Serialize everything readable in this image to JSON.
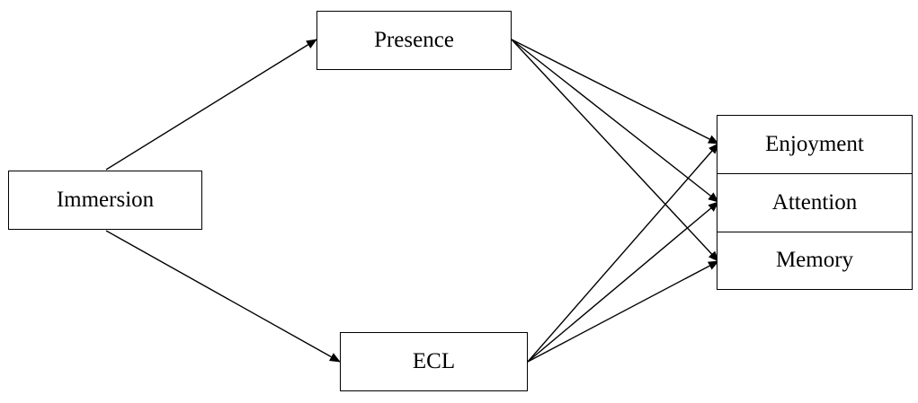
{
  "nodes": {
    "presence": "Presence",
    "immersion": "Immersion",
    "ecl": "ECL",
    "enjoyment": "Enjoyment",
    "attention": "Attention",
    "memory": "Memory"
  },
  "edges": [
    {
      "from": "immersion",
      "to": "presence"
    },
    {
      "from": "immersion",
      "to": "ecl"
    },
    {
      "from": "presence",
      "to": "enjoyment"
    },
    {
      "from": "presence",
      "to": "attention"
    },
    {
      "from": "presence",
      "to": "memory"
    },
    {
      "from": "ecl",
      "to": "enjoyment"
    },
    {
      "from": "ecl",
      "to": "attention"
    },
    {
      "from": "ecl",
      "to": "memory"
    }
  ],
  "colors": {
    "stroke": "#000000",
    "background": "#ffffff"
  }
}
